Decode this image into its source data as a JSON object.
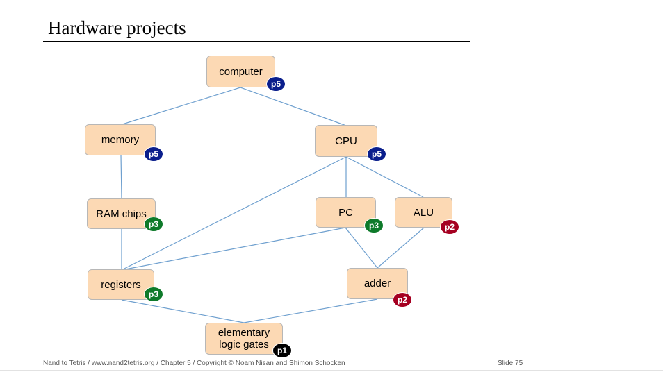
{
  "slide": {
    "title": "Hardware projects",
    "footer_left": "Nand to Tetris / www.nand2tetris.org / Chapter 5 / Copyright © Noam Nisan and Shimon Schocken",
    "footer_right": "Slide 75"
  },
  "colors": {
    "node_fill": "#fcd9b4",
    "p1": "#000000",
    "p2": "#a50021",
    "p3": "#0e7a2a",
    "p5": "#0a1e8c",
    "edge": "#6fa0cf"
  },
  "nodes": {
    "computer": {
      "label": "computer",
      "badge": "p5"
    },
    "memory": {
      "label": "memory",
      "badge": "p5"
    },
    "cpu": {
      "label": "CPU",
      "badge": "p5"
    },
    "ram": {
      "label": "RAM chips",
      "badge": "p3"
    },
    "pc": {
      "label": "PC",
      "badge": "p3"
    },
    "alu": {
      "label": "ALU",
      "badge": "p2"
    },
    "registers": {
      "label": "registers",
      "badge": "p3"
    },
    "adder": {
      "label": "adder",
      "badge": "p2"
    },
    "gates": {
      "label_line1": "elementary",
      "label_line2": "logic gates",
      "badge": "p1"
    }
  }
}
